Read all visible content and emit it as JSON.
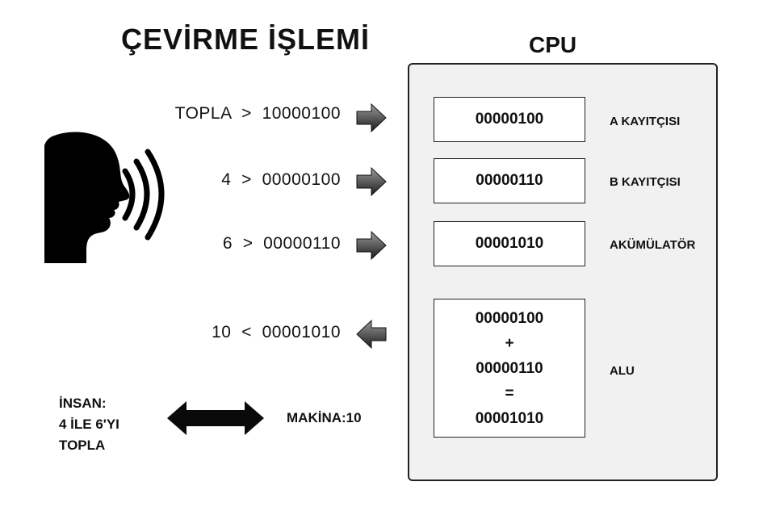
{
  "title": "ÇEVİRME İŞLEMİ",
  "cpu": {
    "title": "CPU",
    "registers": [
      {
        "value": "00000100",
        "label": "A KAYITÇISI"
      },
      {
        "value": "00000110",
        "label": "B KAYITÇISI"
      },
      {
        "value": "00001010",
        "label": "AKÜMÜLATÖR"
      }
    ],
    "alu": {
      "label": "ALU",
      "lines": [
        "00000100",
        "+",
        "00000110",
        "=",
        "00001010"
      ]
    }
  },
  "conversions": [
    {
      "input": "TOPLA",
      "symbol": ">",
      "binary": "10000100"
    },
    {
      "input": "4",
      "symbol": ">",
      "binary": "00000100"
    },
    {
      "input": "6",
      "symbol": ">",
      "binary": "00000110"
    },
    {
      "input": "10",
      "symbol": "<",
      "binary": "00001010"
    }
  ],
  "human": {
    "line1": "İNSAN:",
    "line2": "4 İLE 6'YI",
    "line3": "TOPLA"
  },
  "machine": {
    "text": "MAKİNA:10"
  },
  "icons": {
    "speaker": "speaking-head-icon",
    "arrow": "arrow-right-icon",
    "double_arrow": "double-arrow-icon"
  },
  "colors": {
    "box_fill": "#f1f1f1",
    "arrow_dark": "#2a2a2a",
    "arrow_light": "#9a9a9a"
  }
}
